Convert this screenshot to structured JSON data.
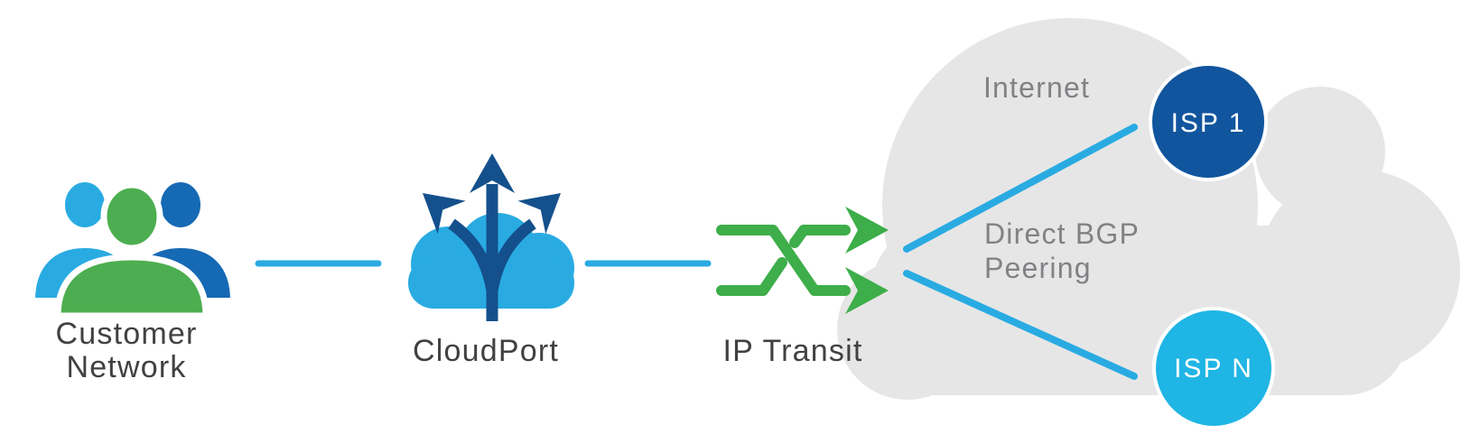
{
  "diagram": {
    "nodes": {
      "customer": {
        "line1": "Customer",
        "line2": "Network",
        "icon": "people-group-icon"
      },
      "cloudport": {
        "label": "CloudPort",
        "icon": "cloud-branching-arrows-icon"
      },
      "transit": {
        "label": "IP Transit",
        "icon": "crossover-arrows-icon"
      },
      "internet": {
        "label": "Internet",
        "icon": "cloud-shape"
      },
      "peering": {
        "line1": "Direct BGP",
        "line2": "Peering"
      },
      "isp1": {
        "label": "ISP 1",
        "icon": "circle-node"
      },
      "ispn": {
        "label": "ISP N",
        "icon": "circle-node"
      }
    },
    "connections": [
      "customer-to-cloudport",
      "cloudport-to-transit",
      "transit-to-isp1",
      "transit-to-ispn"
    ]
  },
  "colors": {
    "accent-blue": "#29ABE2",
    "green": "#3DAE49",
    "person-green": "#4CAE50",
    "person-blue": "#1669B4",
    "navy": "#14508C",
    "isp1-blue": "#11559E",
    "ispn-blue": "#1FB5E5",
    "cloud-gray": "#E6E6E6",
    "text-dark": "#414042",
    "text-gray": "#808285"
  }
}
